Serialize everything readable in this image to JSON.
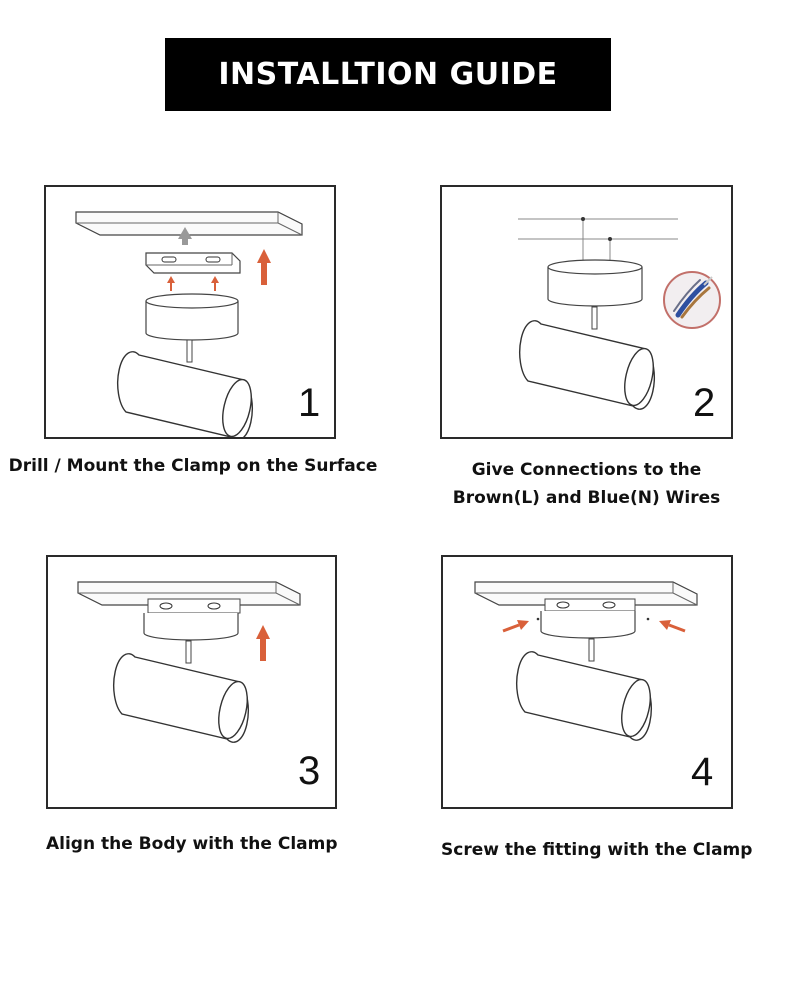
{
  "title": "INSTALLTION GUIDE",
  "steps": [
    {
      "number": "1",
      "caption": "Drill / Mount the Clamp on the Surface"
    },
    {
      "number": "2",
      "caption_line1": "Give Connections to the",
      "caption_line2": "Brown(L) and Blue(N) Wires"
    },
    {
      "number": "3",
      "caption": "Align the Body with the Clamp"
    },
    {
      "number": "4",
      "caption": "Screw the fitting with the Clamp"
    }
  ],
  "colors": {
    "arrow": "#d9603a",
    "banner": "#000000",
    "wire_blue": "#2d4fa0",
    "wire_brown": "#a8763e"
  }
}
